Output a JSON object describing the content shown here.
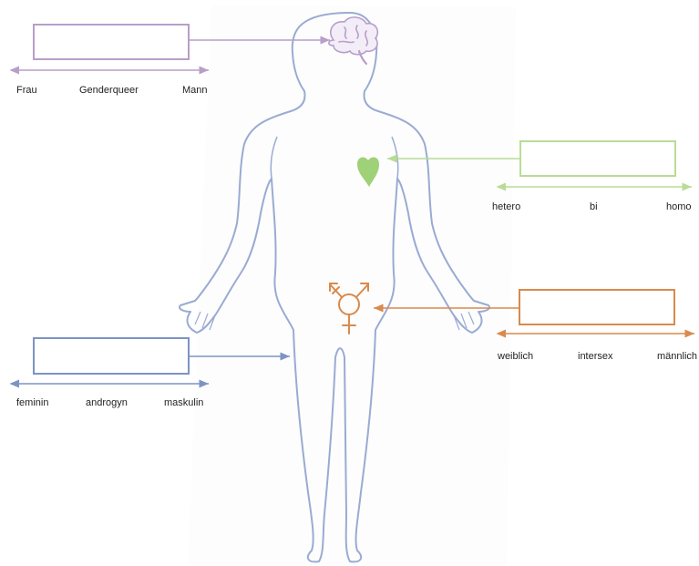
{
  "colors": {
    "body_outline": "#9aabd3",
    "gender_identity": "#b89ec9",
    "orientation": "#b8dc95",
    "sex": "#d98a4c",
    "expression": "#7d93c4",
    "heart_fill": "#9fd178"
  },
  "icons": {
    "brain": "brain-icon",
    "heart": "heart-icon",
    "sex_symbol": "transgender-symbol-icon"
  },
  "scales": {
    "gender_identity": {
      "left": "Frau",
      "middle": "Genderqueer",
      "right": "Mann"
    },
    "sexual_orientation": {
      "left": "hetero",
      "middle": "bi",
      "right": "homo"
    },
    "biological_sex": {
      "left": "weiblich",
      "middle": "intersex",
      "right": "männlich"
    },
    "gender_expression": {
      "left": "feminin",
      "middle": "androgyn",
      "right": "maskulin"
    }
  }
}
